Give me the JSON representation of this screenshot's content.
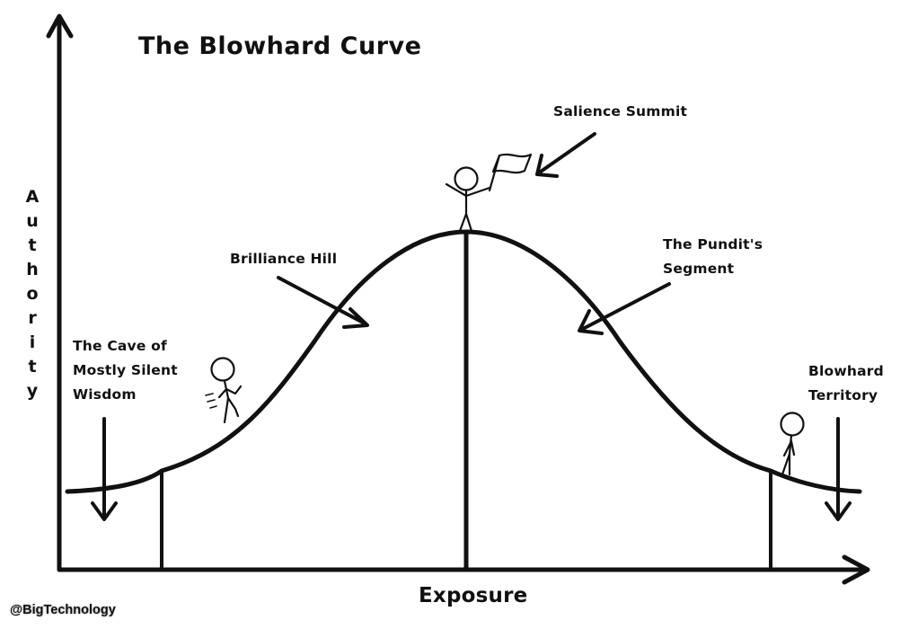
{
  "diagram": {
    "title": "The Blowhard Curve",
    "y_axis_label": "Authority",
    "x_axis_label": "Exposure",
    "regions": {
      "cave": [
        "The Cave of",
        "Mostly Silent",
        "Wisdom"
      ],
      "brilliance": "Brilliance Hill",
      "summit": "Salience Summit",
      "pundit": [
        "The Pundit's",
        "Segment"
      ],
      "blowhard": [
        "Blowhard",
        "Territory"
      ]
    },
    "credit": "@BigTechnology"
  },
  "colors": {
    "ink": "#111111",
    "background": "#ffffff"
  }
}
